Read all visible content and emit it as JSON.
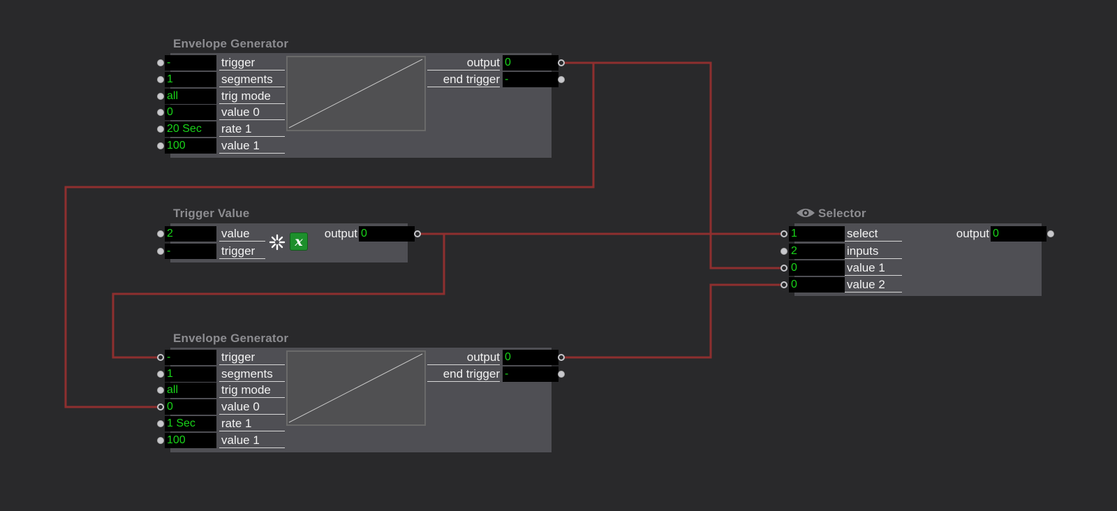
{
  "env1": {
    "title": "Envelope Generator",
    "inputs": [
      {
        "value": "-",
        "label": "trigger"
      },
      {
        "value": "1",
        "label": "segments"
      },
      {
        "value": "all",
        "label": "trig mode"
      },
      {
        "value": "0",
        "label": "value 0"
      },
      {
        "value": "20 Sec",
        "label": "rate 1"
      },
      {
        "value": "100",
        "label": "value 1"
      }
    ],
    "outputs": [
      {
        "label": "output",
        "value": "0"
      },
      {
        "label": "end trigger",
        "value": "-"
      }
    ]
  },
  "trigger": {
    "title": "Trigger Value",
    "inputs": [
      {
        "value": "2",
        "label": "value"
      },
      {
        "value": "-",
        "label": "trigger"
      }
    ],
    "outputs": [
      {
        "label": "output",
        "value": "0"
      }
    ]
  },
  "env2": {
    "title": "Envelope Generator",
    "inputs": [
      {
        "value": "-",
        "label": "trigger"
      },
      {
        "value": "1",
        "label": "segments"
      },
      {
        "value": "all",
        "label": "trig mode"
      },
      {
        "value": "0",
        "label": "value 0"
      },
      {
        "value": "1 Sec",
        "label": "rate 1"
      },
      {
        "value": "100",
        "label": "value 1"
      }
    ],
    "outputs": [
      {
        "label": "output",
        "value": "0"
      },
      {
        "label": "end trigger",
        "value": "-"
      }
    ]
  },
  "selector": {
    "title": "Selector",
    "inputs": [
      {
        "value": "1",
        "label": "select"
      },
      {
        "value": "2",
        "label": "inputs"
      },
      {
        "value": "0",
        "label": "value 1"
      },
      {
        "value": "0",
        "label": "value 2"
      }
    ],
    "outputs": [
      {
        "label": "output",
        "value": "0"
      }
    ]
  },
  "colors": {
    "canvas": "#29292b",
    "actor": "#4f4f54",
    "wire": "#8e2f2f",
    "active_wire": "#1fa51f",
    "value_text": "#19d419"
  },
  "icons": {
    "selector_title": "eye-icon",
    "trigger_button": "trigger-icon",
    "value_button": "x-icon"
  }
}
